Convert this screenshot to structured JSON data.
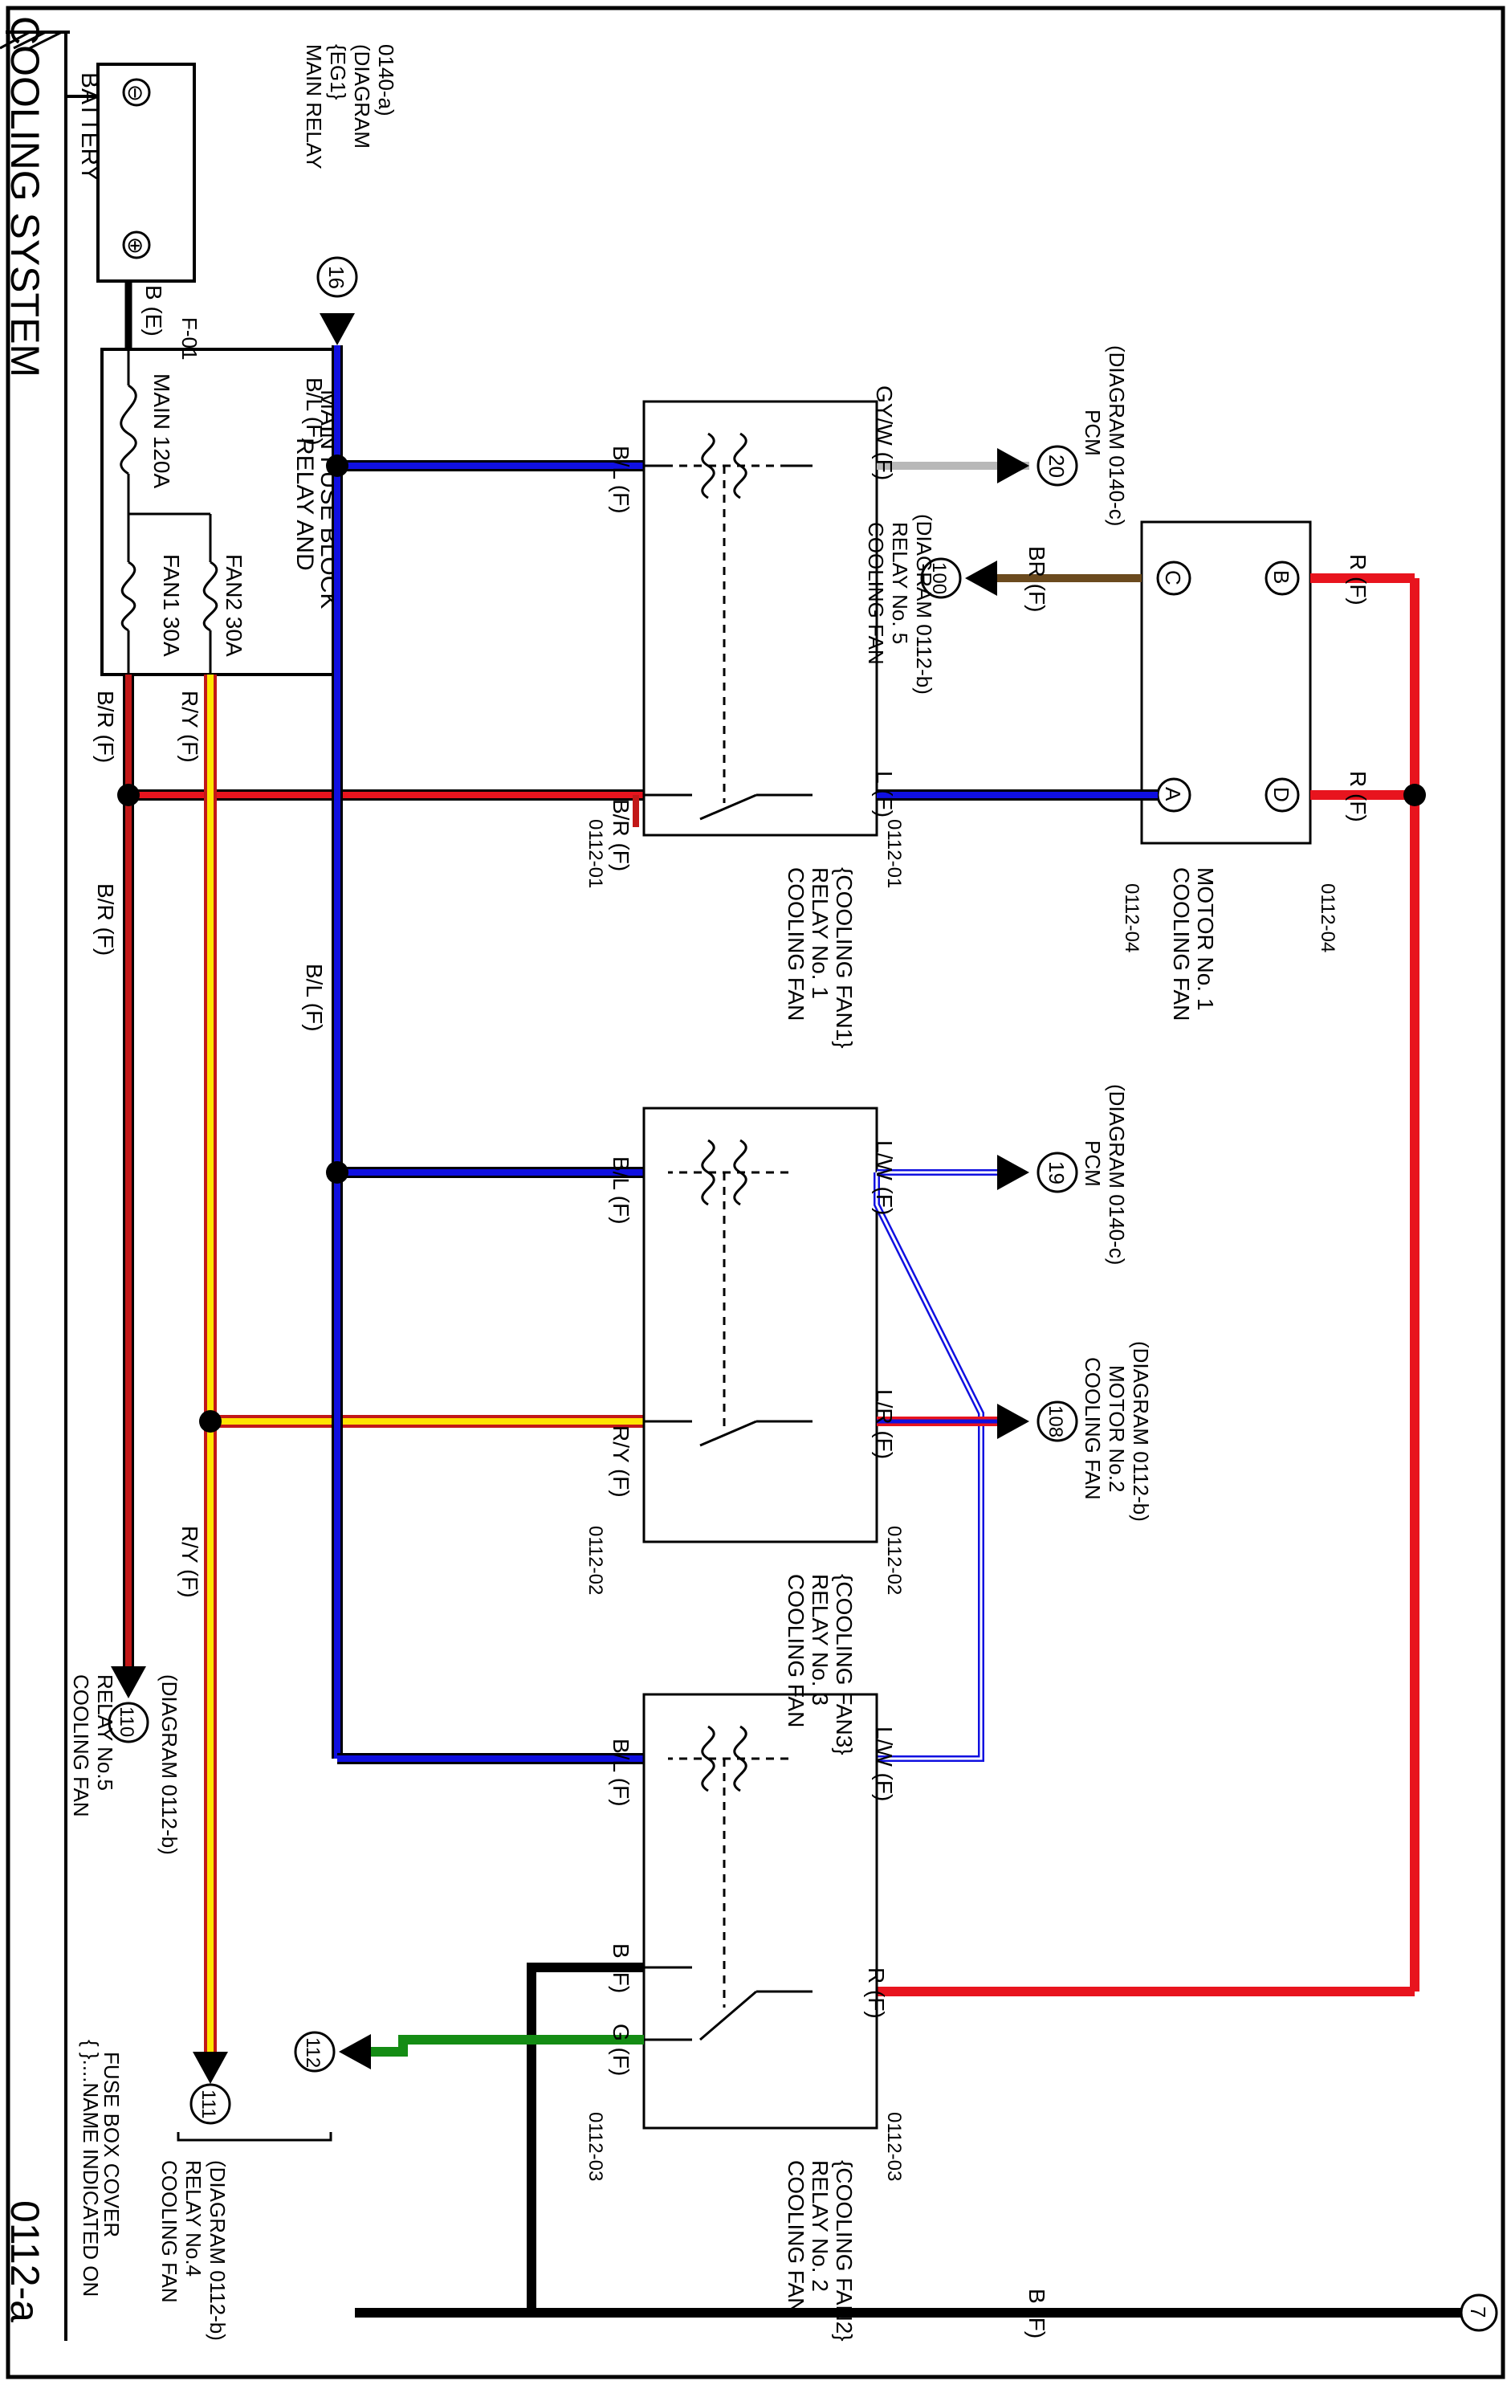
{
  "title": "COOLING SYSTEM",
  "page_number": "0112-a",
  "note_line1": "{ }....NAME INDICATED ON",
  "note_line2": "FUSE BOX COVER",
  "battery": {
    "label": "BATTERY",
    "neg": "⊖",
    "pos": "⊕"
  },
  "fuse_block": {
    "name_line1": "RELAY AND",
    "name_line2": "MAIN FUSE BLOCK",
    "connector": "F-01",
    "main": "MAIN   120A",
    "fan1": "FAN1  30A",
    "fan2": "FAN2  30A"
  },
  "main_relay": {
    "line1": "MAIN RELAY",
    "line2": "{EG1}",
    "line3": "(DIAGRAM",
    "line4": "0140-a)"
  },
  "relays": {
    "r1": {
      "line1": "COOLING FAN",
      "line2": "RELAY No. 1",
      "line3": "{COOLING FAN1}",
      "conn_top": "0112-01",
      "conn_bot": "0112-01"
    },
    "r3": {
      "line1": "COOLING FAN",
      "line2": "RELAY No. 3",
      "line3": "{COOLING FAN3}",
      "conn_top": "0112-02",
      "conn_bot": "0112-02"
    },
    "r2": {
      "line1": "COOLING FAN",
      "line2": "RELAY No. 2",
      "line3": "{COOLING FAN2}",
      "conn_top": "0112-03",
      "conn_bot": "0112-03"
    }
  },
  "motor1": {
    "line1": "COOLING FAN",
    "line2": "MOTOR No. 1",
    "conn_a": "0112-04",
    "conn_d": "0112-04",
    "pins": [
      "A",
      "B",
      "C",
      "D"
    ]
  },
  "wires": {
    "b_e": "B (E)",
    "b_l": "B/L (F)",
    "b_r": "B/R (F)",
    "r_y": "R/Y (F)",
    "gy_w": "GY/W (F)",
    "br": "BR (F)",
    "r": "R (F)",
    "l": "L (F)",
    "l_w": "L/W (F)",
    "l_r": "L/R (F)",
    "b_f": "B (F)",
    "g_f": "G (F)"
  },
  "refs": {
    "r16": "16",
    "r20": "20",
    "r100": "100",
    "r19": "19",
    "r108": "108",
    "r110": "110",
    "r111": "111",
    "r112": "112",
    "r7": "7"
  },
  "ref_text": {
    "pcm20": [
      "PCM",
      "(DIAGRAM  0140-c)"
    ],
    "relay5a": [
      "COOLING FAN",
      "RELAY No. 5",
      "(DIAGRAM 0112-b)"
    ],
    "pcm19": [
      "PCM",
      "(DIAGRAM 0140-c)"
    ],
    "motor2": [
      "COOLING FAN",
      "MOTOR No.2",
      "(DIAGRAM 0112-b)"
    ],
    "relay5b": [
      "COOLING FAN",
      "RELAY No.5",
      "(DIAGRAM 0112-b)"
    ],
    "relay4": [
      "COOLING FAN",
      "RELAY No.4",
      "(DIAGRAM 0112-b)"
    ]
  },
  "colors": {
    "blue": "#1010e0",
    "red": "#e8141e",
    "darkred": "#c21818",
    "yellow": "#ffe400",
    "brown": "#6b4a1e",
    "green": "#148c14",
    "black": "#000000",
    "gray": "#b8b8b8"
  }
}
